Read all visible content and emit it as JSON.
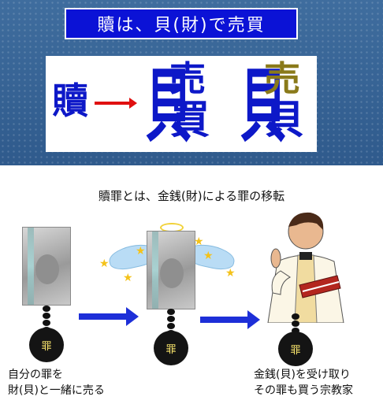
{
  "title_banner": "贖は、貝(財)で売買",
  "kanji": {
    "source": "贖",
    "left_radical": "貝",
    "compound_a_top": "売",
    "compound_a_bottom": "買",
    "compound_b_top": "売",
    "compound_b_bottom": "貝"
  },
  "subtitle": "贖罪とは、金銭(財)による罪の移転",
  "sin_label": "罪",
  "captions": {
    "left_line1": "自分の罪を",
    "left_line2": "財(貝)と一緒に売る",
    "right_line1": "金銭(貝)を受け取り",
    "right_line2": "その罪も買う宗教家"
  },
  "colors": {
    "kanji_blue": "#0d18c8",
    "olive_component": "#8a7a1a",
    "red_arrow": "#e01010",
    "blue_arrow": "#1d2fd8",
    "banner_blue": "#0b12d6"
  }
}
